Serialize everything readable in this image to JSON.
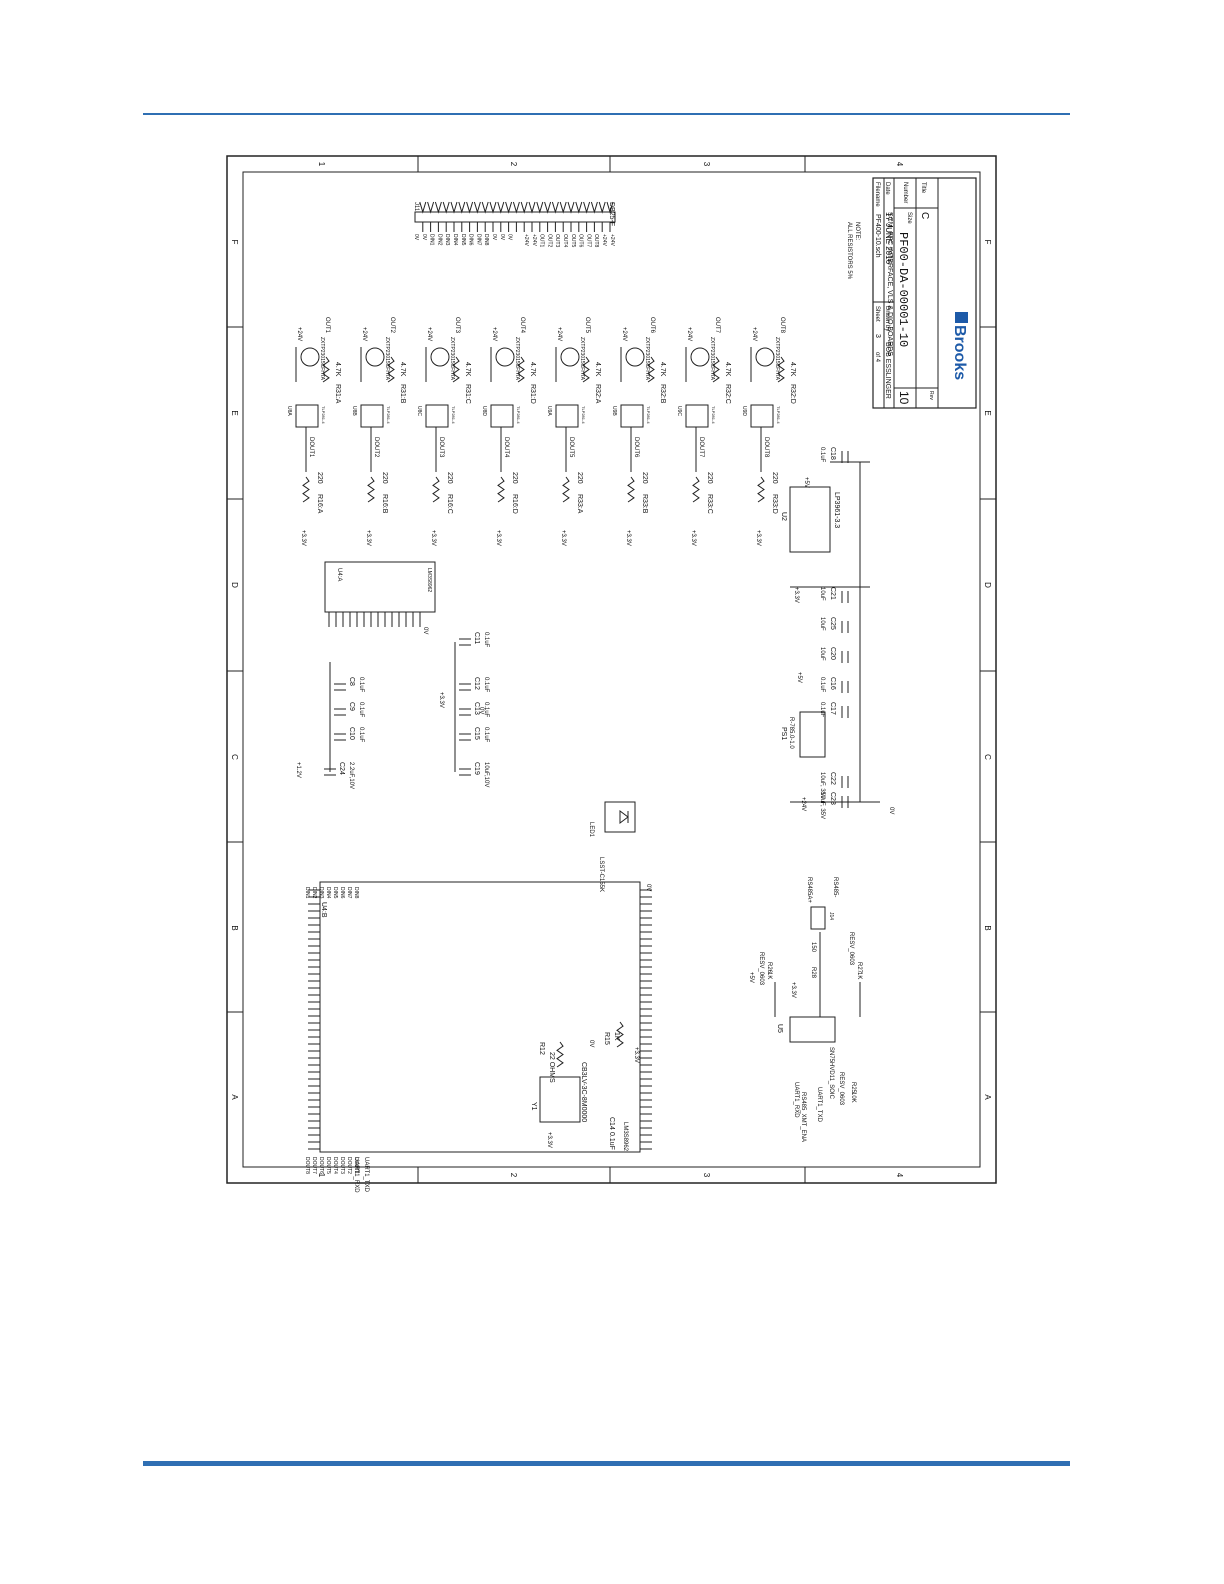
{
  "frame": {
    "zone_numbers": [
      "1",
      "2",
      "3",
      "4"
    ],
    "zone_letters": [
      "A",
      "B",
      "C",
      "D",
      "E",
      "F"
    ]
  },
  "title_block": {
    "title_label": "Title",
    "title": "SCM, FFC INTERFACE, VLS & DIO BOARDS",
    "size_label": "Size",
    "size": "C",
    "number_label": "Number",
    "number": "PF00-DA-00001-10",
    "rev_label": "Rev",
    "rev": "10",
    "date_label": "Date",
    "date": "17 JUNE 2016",
    "drawn_by_label": "Drawn by",
    "drawn_by": "BOB ESSLINGER",
    "filename_label": "Filename",
    "filename": "PF400-10.sch",
    "sheet_label": "Sheet",
    "sheet": "3",
    "sheet_of": "of 4",
    "logo": "Brooks"
  },
  "note": {
    "line1": "NOTE:",
    "line2": "ALL RESISTORS 5%"
  },
  "connector_j11": {
    "ref": "J11",
    "part": "DB25-F",
    "left_labels": [
      "0V",
      "0V",
      "DIN1",
      "DIN2",
      "DIN3",
      "DIN4",
      "DIN5",
      "DIN6",
      "DIN7",
      "DIN8",
      "0V",
      "0V",
      "0V"
    ],
    "right_labels": [
      "+24V",
      "+24V",
      "OUT1",
      "OUT2",
      "OUT3",
      "OUT4",
      "OUT5",
      "OUT6",
      "OUT7",
      "OUT8",
      "+24V",
      "+24V"
    ]
  },
  "output_channels": [
    {
      "rin": "R16:A",
      "rin_val": "220",
      "net": "DOUT1",
      "opto": "U8A",
      "ropt": "R31:A",
      "ropt_val": "4.7K",
      "out": "OUT1"
    },
    {
      "rin": "R16:B",
      "rin_val": "220",
      "net": "DOUT2",
      "opto": "U8B",
      "ropt": "R31:B",
      "ropt_val": "4.7K",
      "out": "OUT2"
    },
    {
      "rin": "R16:C",
      "rin_val": "220",
      "net": "DOUT3",
      "opto": "U8C",
      "ropt": "R31:C",
      "ropt_val": "4.7K",
      "out": "OUT3"
    },
    {
      "rin": "R16:D",
      "rin_val": "220",
      "net": "DOUT4",
      "opto": "U8D",
      "ropt": "R31:D",
      "ropt_val": "4.7K",
      "out": "OUT4"
    },
    {
      "rin": "R33:A",
      "rin_val": "220",
      "net": "DOUT5",
      "opto": "U9A",
      "ropt": "R32:A",
      "ropt_val": "4.7K",
      "out": "OUT5"
    },
    {
      "rin": "R33:B",
      "rin_val": "220",
      "net": "DOUT6",
      "opto": "U9B",
      "ropt": "R32:B",
      "ropt_val": "4.7K",
      "out": "OUT6"
    },
    {
      "rin": "R33:C",
      "rin_val": "220",
      "net": "DOUT7",
      "opto": "U9C",
      "ropt": "R32:C",
      "ropt_val": "4.7K",
      "out": "OUT7"
    },
    {
      "rin": "R33:D",
      "rin_val": "220",
      "net": "DOUT8",
      "opto": "U9D",
      "ropt": "R32:D",
      "ropt_val": "4.7K",
      "out": "OUT8"
    }
  ],
  "rails": {
    "v33": "+3.3V",
    "v24": "+24V",
    "v5": "+5V",
    "v12": "+1.2V",
    "gnd": "0V"
  },
  "opto_part": "TLP281-4",
  "transistor_part": "ZXTP23015CFHTA",
  "u4a": {
    "ref": "U4:A",
    "part": "LM3S8962"
  },
  "u4b": {
    "ref": "U4:B",
    "part": "LM3S8962",
    "din_labels": [
      "DIN1",
      "DIN2",
      "DIN3",
      "DIN4",
      "DIN5",
      "DIN6",
      "DIN7",
      "DIN8"
    ],
    "dout_labels": [
      "DOUT8",
      "DOUT7",
      "DOUT6",
      "DOUT5",
      "DOUT4",
      "DOUT3",
      "DOUT2",
      "DOUT1"
    ],
    "uart_rx": "UART1_RXD",
    "uart_tx": "UART1_TXD"
  },
  "decoupling": [
    {
      "ref": "C8",
      "val": "0.1uF"
    },
    {
      "ref": "C9",
      "val": "0.1uF"
    },
    {
      "ref": "C10",
      "val": "0.1uF"
    },
    {
      "ref": "C24",
      "val": "2.2uF,10V"
    },
    {
      "ref": "C11",
      "val": "0.1uF"
    },
    {
      "ref": "C12",
      "val": "0.1uF"
    },
    {
      "ref": "C13",
      "val": "0.1uF"
    },
    {
      "ref": "C15",
      "val": "0.1uF"
    },
    {
      "ref": "C19",
      "val": "10uF,10V"
    }
  ],
  "power": {
    "u2_ref": "U2",
    "u2_part": "LP3961-3.3",
    "ps1_ref": "PS1",
    "ps1_part": "R-785.0-1.0",
    "caps": [
      {
        "ref": "C18",
        "val": "0.1uF"
      },
      {
        "ref": "C21",
        "val": "10uF"
      },
      {
        "ref": "C25",
        "val": "10uF"
      },
      {
        "ref": "C20",
        "val": "10uF"
      },
      {
        "ref": "C16",
        "val": "0.1uF"
      },
      {
        "ref": "C17",
        "val": "0.1uF"
      },
      {
        "ref": "C22",
        "val": "10uF, 35V"
      },
      {
        "ref": "C23",
        "val": "10uF, 35V"
      }
    ]
  },
  "led": {
    "ref": "LED1",
    "part": "LSST-C155K"
  },
  "crystal": {
    "ref": "Y1",
    "part": "CB3LV-3C-8M0000",
    "cap_ref": "C14",
    "cap_val": "0.1uF"
  },
  "resistors_misc": [
    {
      "ref": "R12",
      "val": "22 OHMS"
    },
    {
      "ref": "R15",
      "val": "1K"
    }
  ],
  "rs485": {
    "u5_ref": "U5",
    "u5_part": "SN75HVD11_SOIC",
    "r26": "R26",
    "r26_val": "1K",
    "r26_note": "RESV_0603",
    "r27": "R27",
    "r27_val": "1K",
    "r27_note": "RESV_0603",
    "r28": "R28",
    "r28_val": "150",
    "r25": "R25",
    "r25_val": "10K",
    "r25_note": "RESV_0603",
    "j14": "J14",
    "a_label": "RS485A+",
    "b_label": "RS485-",
    "rxd": "UART1_RXD",
    "ena": "RS485_XMT_ENA",
    "txd": "UART1_TXD"
  }
}
